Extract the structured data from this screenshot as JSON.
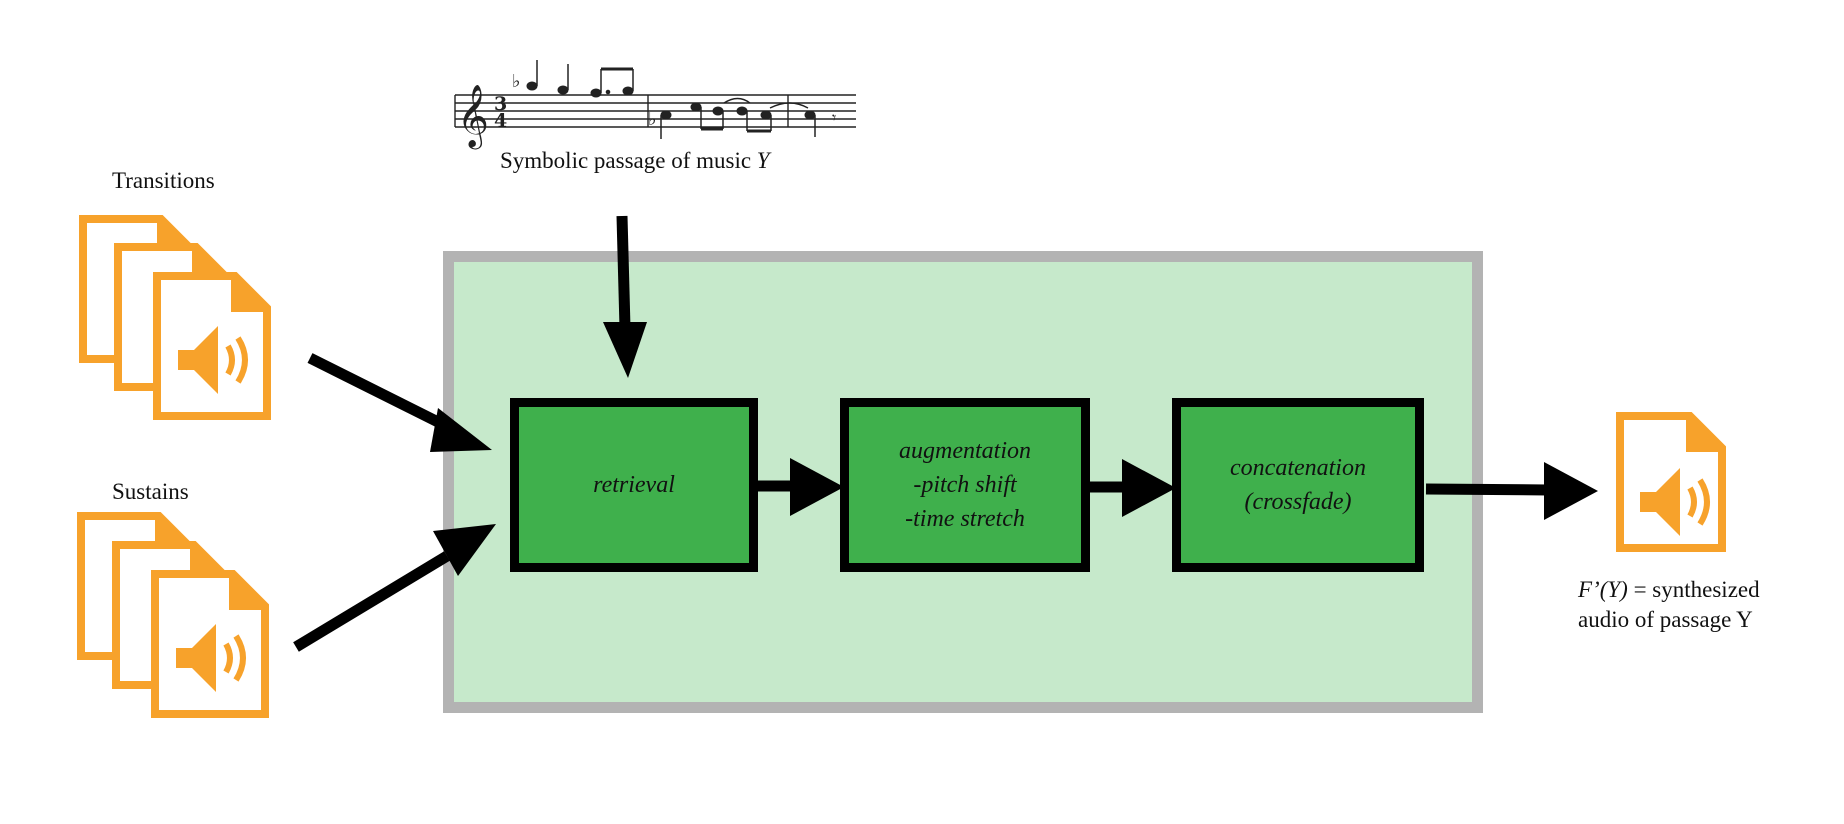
{
  "score_caption": "Symbolic passage of music",
  "score_caption_var": "Y",
  "inputs": {
    "transitions_label": "Transitions",
    "sustains_label": "Sustains"
  },
  "pipeline": {
    "retrieval": "retrieval",
    "augmentation": [
      "augmentation",
      "-pitch shift",
      "-time stretch"
    ],
    "concatenation": [
      "concatenation",
      "(crossfade)"
    ]
  },
  "output": {
    "formula": "F’(Y)",
    "line1_rest": " = synthesized",
    "line2": "audio of passage Y"
  },
  "colors": {
    "panel_fill": "#c6e9cb",
    "panel_border": "#b3b3b3",
    "box_fill": "#3fb04c",
    "icon_orange": "#f7a22b"
  },
  "icons": [
    "audio-file-icon",
    "speaker-icon",
    "music-score"
  ]
}
